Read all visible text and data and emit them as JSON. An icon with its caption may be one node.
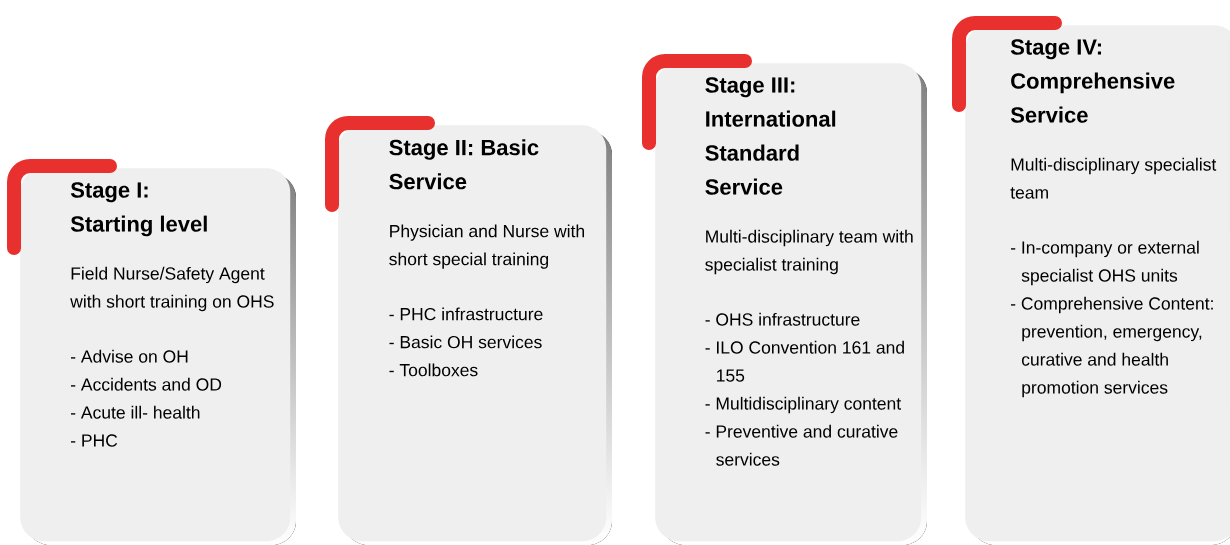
{
  "diagram": {
    "nodes": [
      {
        "text": [
          "Stage I: Starting level",
          "Field Nurse/Safety Agent with short training on OHS",
          "- Advise on OH",
          "- Accidents and OD",
          "- Acute ill- health",
          "- PHC"
        ]
      },
      {
        "text": [
          "Stage II: Basic Service",
          "Physician and Nurse with short special training",
          "- PHC infrastructure",
          "- Basic OH services",
          "- Toolboxes"
        ]
      },
      {
        "text": [
          "Stage III: International Standard Service",
          "Multi-disciplinary team with specialist training",
          "- OHS infrastructure",
          "- ILO Convention 161 and 155",
          "- Multidisciplinary content",
          "- Preventive and curative services"
        ]
      },
      {
        "text": [
          "Stage IV: Comprehensive Service",
          "Multi-disciplinary specialist team",
          "- In-company or external specialist OHS units",
          "- Comprehensive Content: prevention, emergency, curative and health promotion services"
        ]
      }
    ]
  }
}
